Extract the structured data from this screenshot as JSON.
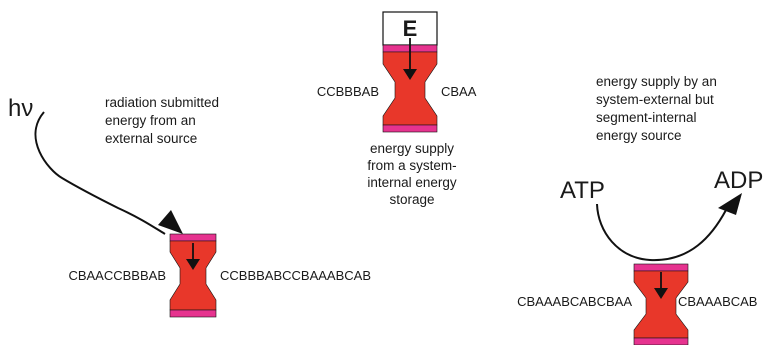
{
  "colors": {
    "motor": "#e8372a",
    "band": "#e6338f",
    "stroke": "#111111",
    "text": "#1a1a1a"
  },
  "left": {
    "photon_label": "hν",
    "caption_lines": [
      "radiation submitted",
      "energy from an",
      "external source"
    ],
    "seq_left": "CBAACCBBBAB",
    "seq_right": "CCBBBABCCBAAABCAB"
  },
  "middle": {
    "storage_label": "E",
    "seq_left": "CCBBBAB",
    "seq_right": "CBAA",
    "caption_lines": [
      "energy supply",
      "from a system-",
      "internal energy",
      "storage"
    ]
  },
  "right": {
    "caption_lines": [
      "energy supply by an",
      "system-external but",
      "segment-internal",
      "energy source"
    ],
    "input_label": "ATP",
    "output_label": "ADP",
    "seq_left": "CBAAABCABCBAA",
    "seq_right": "CBAAABCAB"
  }
}
